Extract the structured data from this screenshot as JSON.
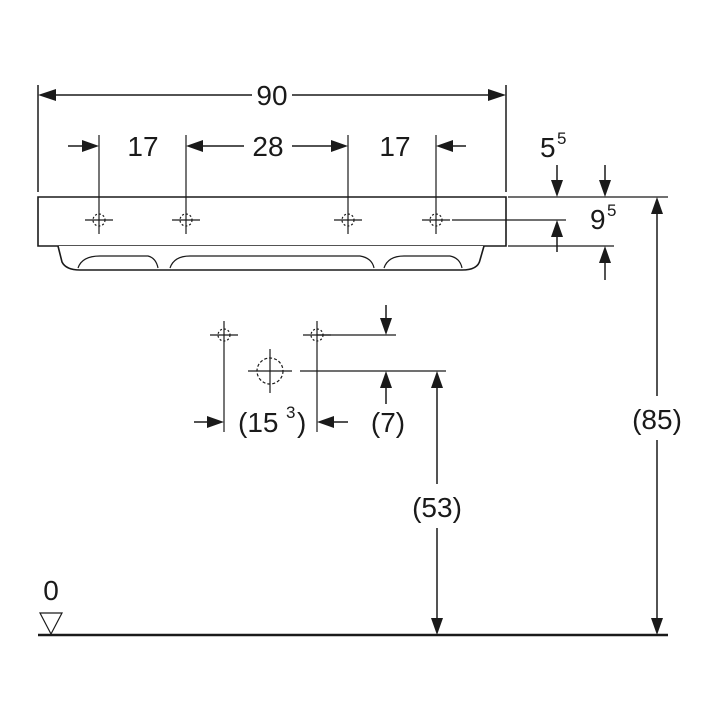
{
  "dimensions": {
    "overall_width": "90",
    "left_offset": "17",
    "center_spacing": "28",
    "right_offset": "17",
    "top_offset_base": "5",
    "top_offset_sup": "5",
    "hole_depth_base": "9",
    "hole_depth_sup": "5",
    "trap_spacing_base": "(15",
    "trap_spacing_sup": "3",
    "trap_spacing_close": ")",
    "trap_drop": "(7)",
    "outlet_height": "(53)",
    "rim_height": "(85)",
    "floor_level": "0"
  },
  "colors": {
    "ink": "#1a1a1a",
    "background": "#ffffff"
  }
}
